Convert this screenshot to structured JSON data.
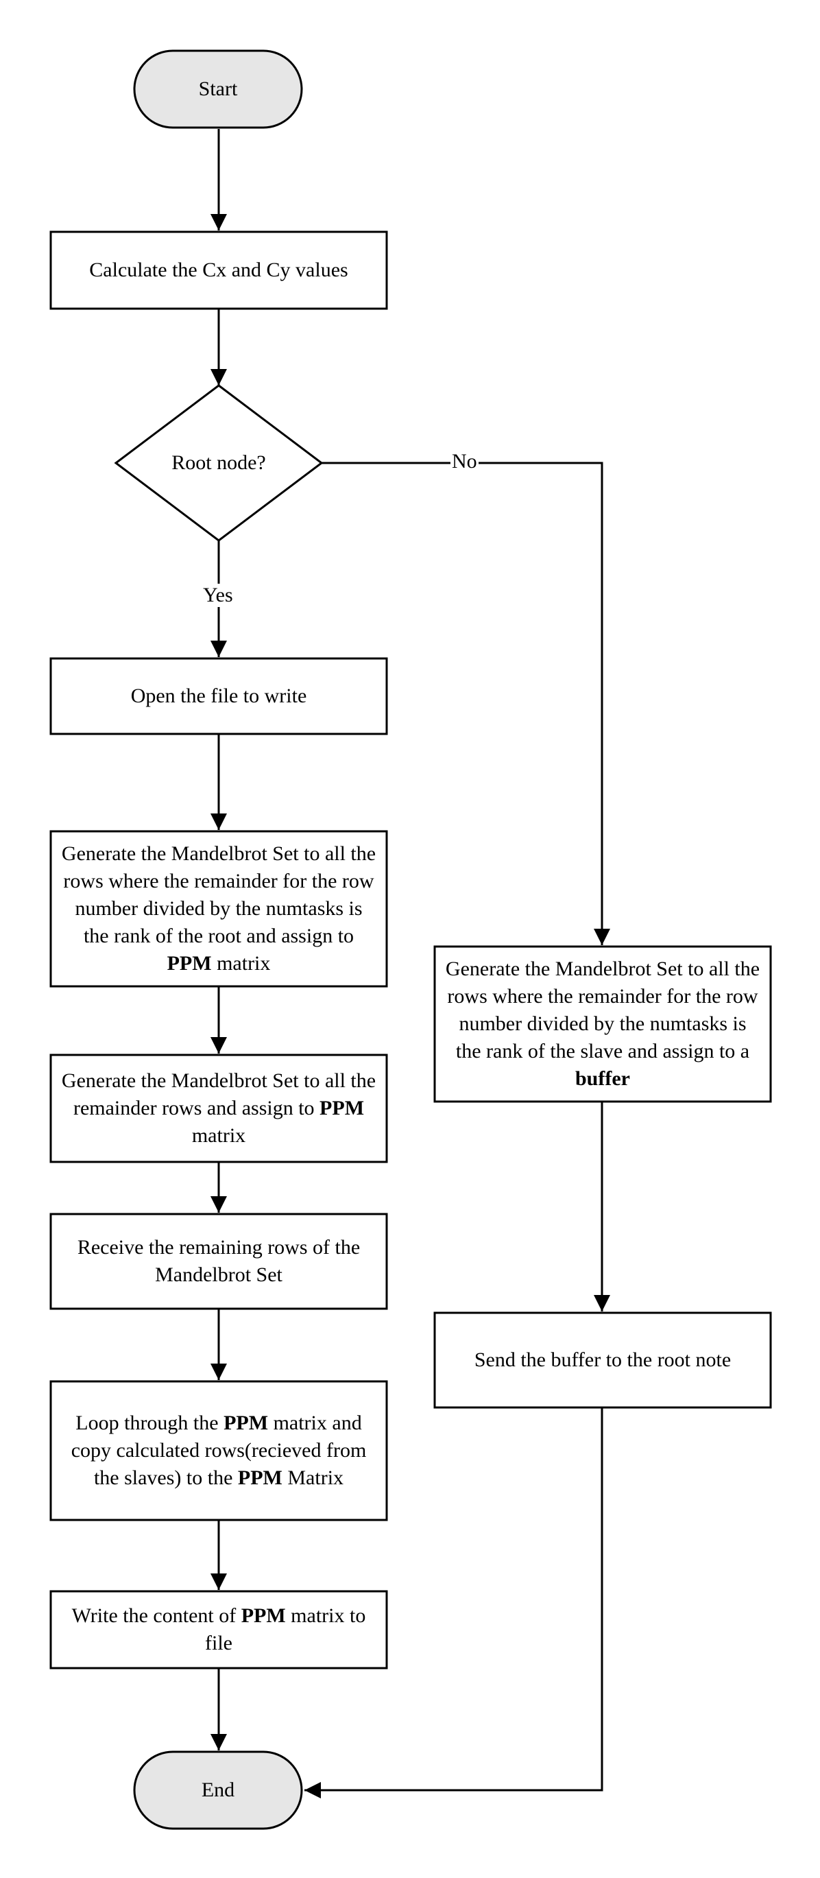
{
  "nodes": {
    "start": "Start",
    "calc": "Calculate the Cx and Cy values",
    "decision": "Root node?",
    "open_file": "Open the file to write",
    "gen_root": {
      "pre": "Generate the Mandelbrot Set to all the rows where the remainder for the row number divided by the numtasks is the rank of the root and assign to ",
      "bold": "PPM",
      "post": " matrix"
    },
    "gen_remainder": {
      "pre": "Generate the Mandelbrot Set to all the remainder rows and assign to ",
      "bold": "PPM",
      "post": " matrix"
    },
    "receive": "Receive the remaining rows of the Mandelbrot Set",
    "loop": {
      "pre": "Loop through the ",
      "bold1": "PPM",
      "mid": " matrix and copy calculated rows(recieved from the slaves) to the ",
      "bold2": "PPM",
      "post": " Matrix"
    },
    "write": {
      "pre": "Write the content of ",
      "bold": "PPM",
      "post": " matrix to file"
    },
    "gen_slave": {
      "pre": "Generate the Mandelbrot Set to all the rows where the remainder for the row number divided by the numtasks is the rank of the slave and assign to a ",
      "bold": "buffer",
      "post": ""
    },
    "send": "Send the buffer to the root note",
    "end": "End"
  },
  "edges": {
    "yes_label": "Yes",
    "no_label": "No"
  },
  "colors": {
    "terminal_fill": "#e6e6e6",
    "stroke": "#000000",
    "box_fill": "#ffffff"
  }
}
